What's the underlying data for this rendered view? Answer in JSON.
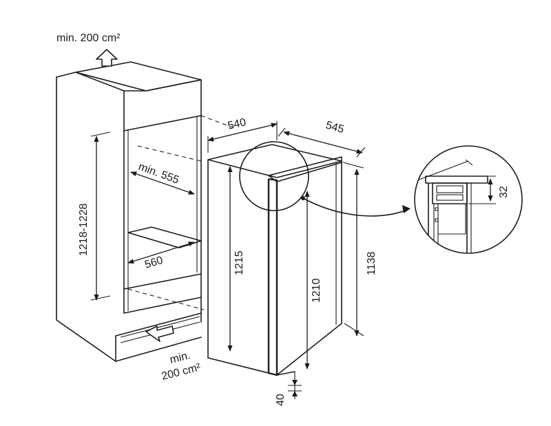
{
  "labels": {
    "vent_top": "min. 200 cm²",
    "vent_bottom_line1": "min.",
    "vent_bottom_line2": "200 cm²",
    "niche_height": "1218-1228",
    "niche_depth": "min. 555",
    "niche_width": "560",
    "appliance_width": "540",
    "appliance_depth": "545",
    "appliance_height": "1215",
    "door_height": "1210",
    "side_height": "1138",
    "door_gap": "40",
    "detail_gap": "32"
  }
}
